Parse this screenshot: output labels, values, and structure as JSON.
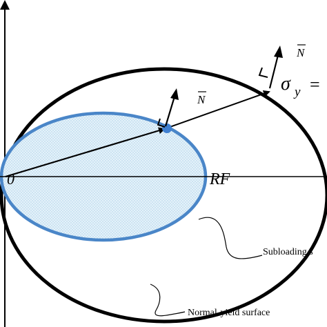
{
  "diagram": {
    "origin_label": "0",
    "reference_label": "RF",
    "normal_label_inner": "N",
    "normal_label_outer": "N",
    "sigma_label": "σ",
    "sigma_subscript": "y",
    "sigma_equals": "=",
    "subloading_label": "Subloading s",
    "normal_yield_label": "Normal-yield surface",
    "colors": {
      "outer_surface": "#000000",
      "inner_surface_stroke": "#4a86c8",
      "inner_surface_fill": "#d7ecf7",
      "contact_point": "#3f7fd0"
    }
  }
}
